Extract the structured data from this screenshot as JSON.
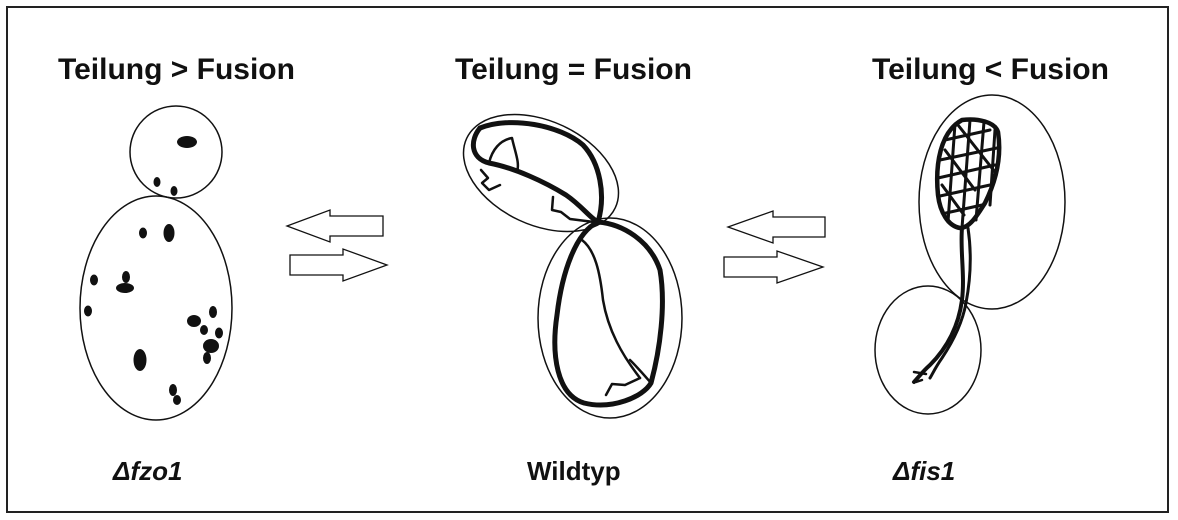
{
  "headings": {
    "left": "Teilung > Fusion",
    "middle": "Teilung = Fusion",
    "right": "Teilung < Fusion"
  },
  "captions": {
    "left": "Δfzo1",
    "middle": "Wildtyp",
    "right": "Δfis1"
  },
  "colors": {
    "ink": "#111111",
    "frame": "#222222",
    "background": "#ffffff"
  }
}
